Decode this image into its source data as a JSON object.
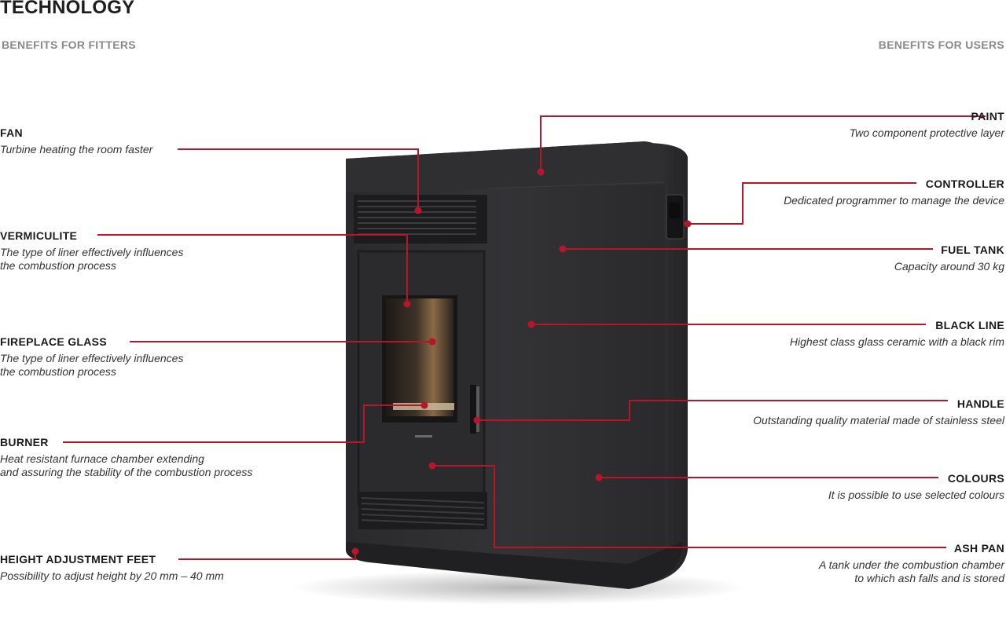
{
  "page": {
    "title": "TECHNOLOGY",
    "left_heading": "BENEFITS FOR FITTERS",
    "right_heading": "BENEFITS FOR USERS"
  },
  "colors": {
    "accent": "#b5162b",
    "stove_body": "#2d2d2f",
    "heading_grey": "#8a8a8a"
  },
  "left_callouts": [
    {
      "name": "FAN",
      "desc": "Turbine heating the room faster"
    },
    {
      "name": "VERMICULITE",
      "desc": "The type of liner effectively influences\nthe combustion process"
    },
    {
      "name": "FIREPLACE GLASS",
      "desc": "The type of liner effectively influences\nthe combustion process"
    },
    {
      "name": "BURNER",
      "desc": "Heat resistant furnace chamber extending\nand assuring the stability of the combustion process"
    },
    {
      "name": "HEIGHT ADJUSTMENT FEET",
      "desc": "Possibility to adjust height by 20 mm – 40 mm"
    }
  ],
  "right_callouts": [
    {
      "name": "PAINT",
      "desc": "Two component protective layer"
    },
    {
      "name": "CONTROLLER",
      "desc": "Dedicated programmer to manage the device"
    },
    {
      "name": "FUEL TANK",
      "desc": "Capacity around 30 kg"
    },
    {
      "name": "BLACK LINE",
      "desc": "Highest class glass ceramic with a black rim"
    },
    {
      "name": "HANDLE",
      "desc": "Outstanding quality material made of stainless steel"
    },
    {
      "name": "COLOURS",
      "desc": "It is possible to use selected colours"
    },
    {
      "name": "ASH PAN",
      "desc": "A tank under the combustion chamber\nto which ash falls and is stored"
    }
  ]
}
